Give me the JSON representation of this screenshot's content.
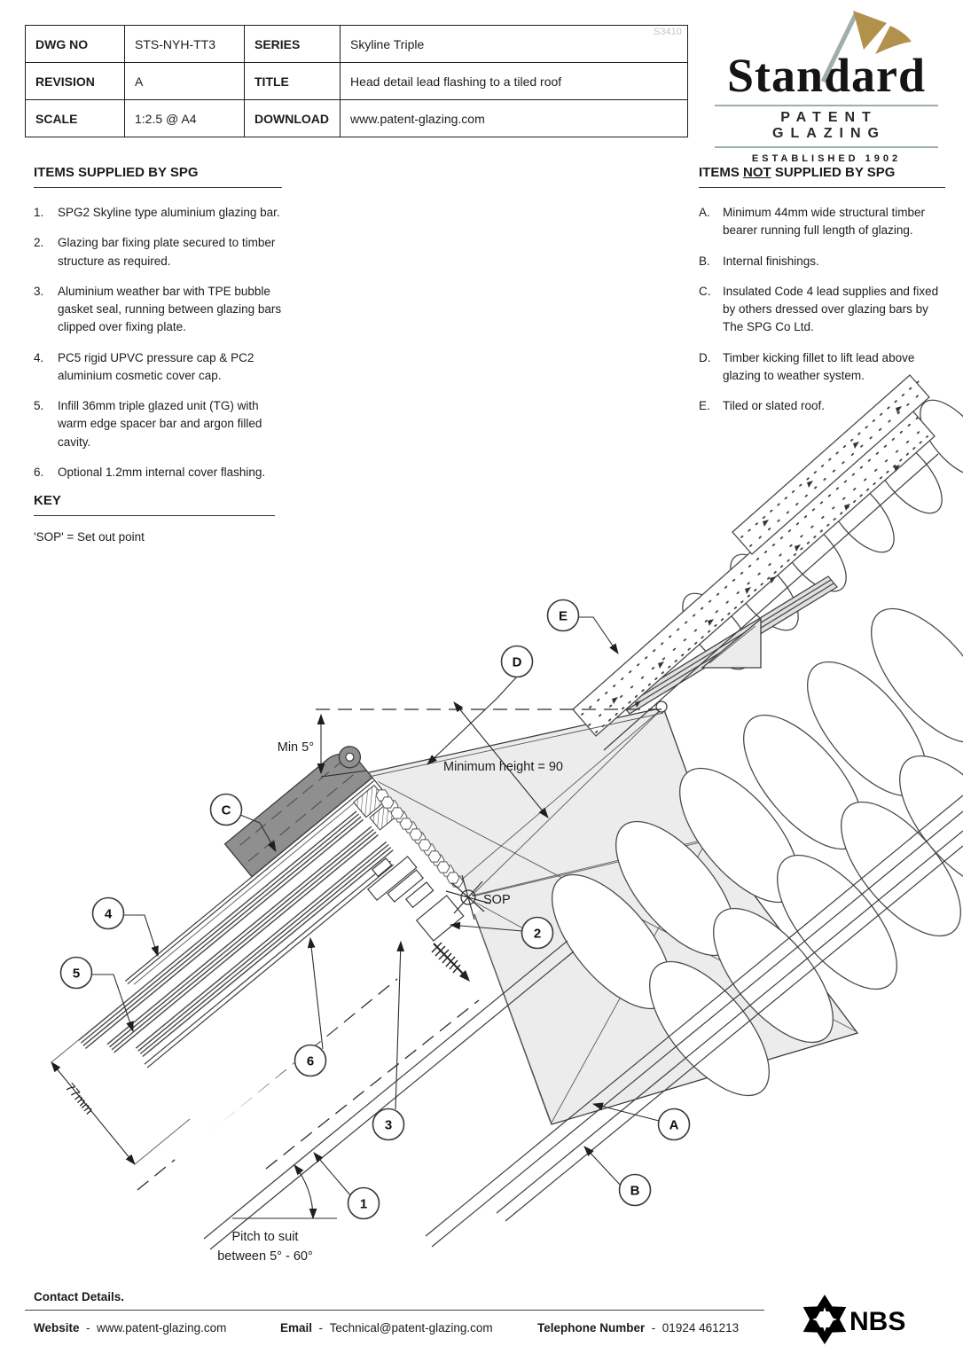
{
  "title_block": {
    "l": {
      "dwg": "DWG NO",
      "rev": "REVISION",
      "scale": "SCALE",
      "series": "SERIES",
      "title": "TITLE",
      "dl": "DOWNLOAD"
    },
    "v": {
      "dwg": "STS-NYH-TT3",
      "rev": "A",
      "scale": "1:2.5 @ A4",
      "series": "Skyline Triple",
      "title": "Head detail lead flashing to a tiled roof",
      "dl": "www.patent-glazing.com"
    },
    "watermark": "S3410"
  },
  "logo": {
    "name": "Standard",
    "subtitle": "PATENT GLAZING",
    "established": "ESTABLISHED 1902",
    "flag_color": "#b2914c",
    "pole_color": "#9fadad"
  },
  "sup": {
    "h": "ITEMS SUPPLIED BY SPG",
    "items": [
      {
        "n": "1.",
        "t": "SPG2 Skyline type aluminium glazing bar."
      },
      {
        "n": "2.",
        "t": "Glazing bar fixing plate secured to timber structure as required."
      },
      {
        "n": "3.",
        "t": "Aluminium weather bar with TPE bubble gasket seal, running between glazing bars clipped over fixing plate."
      },
      {
        "n": "4.",
        "t": "PC5 rigid UPVC pressure cap & PC2 aluminium cosmetic cover cap."
      },
      {
        "n": "5.",
        "t": "Infill 36mm triple glazed unit (TG) with warm edge spacer bar and argon filled cavity."
      },
      {
        "n": "6.",
        "t": "Optional 1.2mm internal cover flashing."
      }
    ]
  },
  "nsup": {
    "h1": "ITEMS ",
    "hn": "NOT",
    "h2": " SUPPLIED BY SPG",
    "items": [
      {
        "n": "A.",
        "t": "Minimum 44mm wide structural timber bearer running full length of glazing."
      },
      {
        "n": "B.",
        "t": "Internal finishings."
      },
      {
        "n": "C.",
        "t": "Insulated Code 4 lead supplies and fixed by others dressed over glazing bars by The SPG Co Ltd."
      },
      {
        "n": "D.",
        "t": "Timber kicking fillet to lift lead above glazing to weather system."
      },
      {
        "n": "E.",
        "t": "Tiled or slated roof."
      }
    ]
  },
  "key": {
    "h": "KEY",
    "t": "'SOP' = Set out point"
  },
  "drawing": {
    "callouts": {
      "e": "E",
      "d": "D",
      "c": "C",
      "n4": "4",
      "n5": "5",
      "n2": "2",
      "n6": "6",
      "n3": "3",
      "n1": "1",
      "a": "A",
      "b": "B"
    },
    "labels": {
      "min5": "Min 5°",
      "minh": "Minimum height = 90",
      "sop": "SOP",
      "dim77": "77mm",
      "pitch1": "Pitch to suit",
      "pitch2": "between 5° - 60°"
    }
  },
  "footer": {
    "contact": "Contact Details.",
    "wl": "Website",
    "wsep": "-",
    "wv": "www.patent-glazing.com",
    "el": "Email",
    "esep": "-",
    "ev": "Technical@patent-glazing.com",
    "tl": "Telephone Number",
    "tsep": "-",
    "tv": "01924 461213",
    "nbs": "NBS"
  }
}
